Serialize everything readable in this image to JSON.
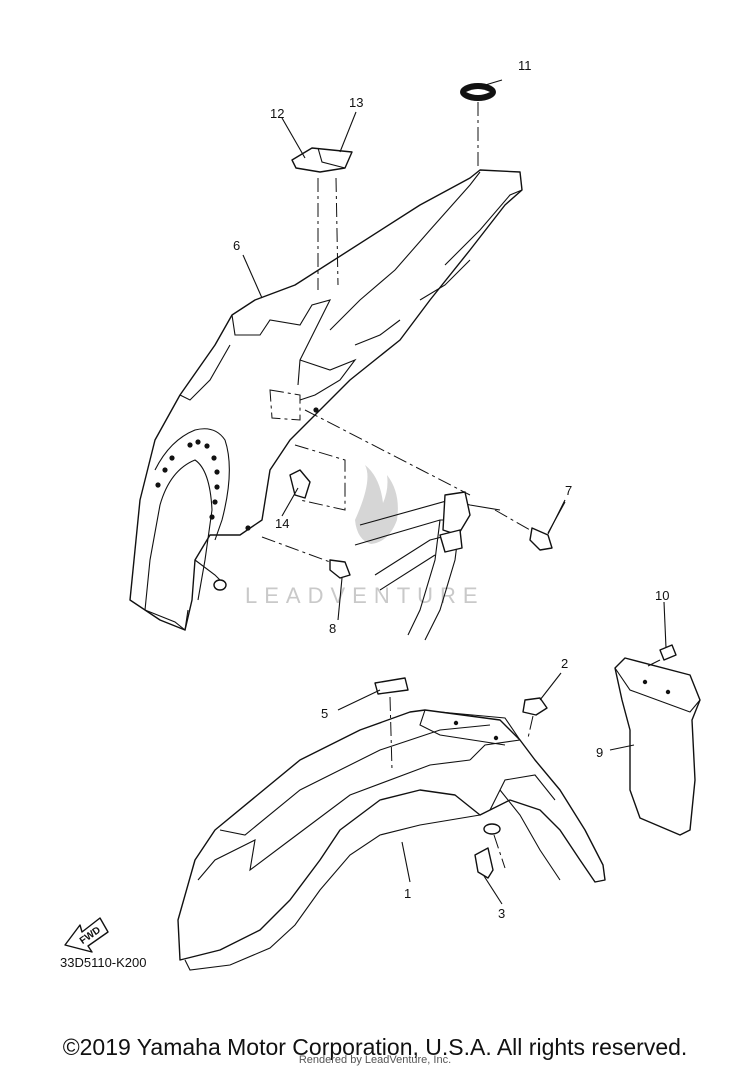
{
  "callouts": [
    {
      "id": "11",
      "label": "11"
    },
    {
      "id": "12",
      "label": "12"
    },
    {
      "id": "13",
      "label": "13"
    },
    {
      "id": "6",
      "label": "6"
    },
    {
      "id": "7",
      "label": "7"
    },
    {
      "id": "14",
      "label": "14"
    },
    {
      "id": "8",
      "label": "8"
    },
    {
      "id": "10",
      "label": "10"
    },
    {
      "id": "2",
      "label": "2"
    },
    {
      "id": "5",
      "label": "5"
    },
    {
      "id": "9",
      "label": "9"
    },
    {
      "id": "1",
      "label": "1"
    },
    {
      "id": "3",
      "label": "3"
    }
  ],
  "fwd_label": "FWD",
  "drawing_number": "33D5110-K200",
  "watermark": "LEADVENTURE",
  "copyright": "©2019 Yamaha Motor Corporation, U.S.A. All rights reserved.",
  "rendered_by": "Rendered by LeadVenture, Inc."
}
